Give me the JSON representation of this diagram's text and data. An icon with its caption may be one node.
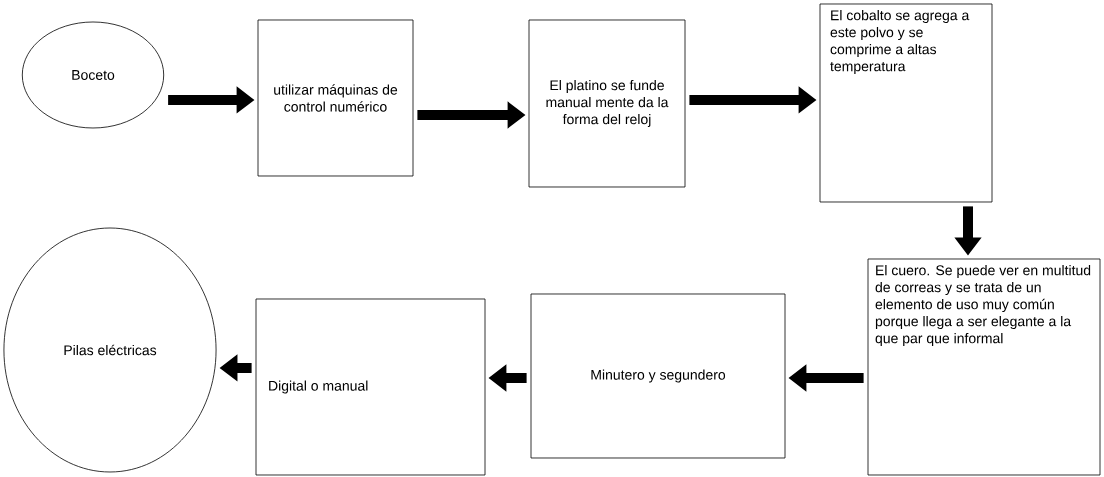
{
  "diagram": {
    "nodes": [
      {
        "text": [
          "Boceto"
        ]
      },
      {
        "text": [
          "utilizar máquinas de control numérico"
        ]
      },
      {
        "text": [
          "El platino se funde manual mente da la forma del reloj"
        ]
      },
      {
        "text": [
          "El cobalto se agrega a este polvo y se comprime a altas temperatura"
        ]
      },
      {
        "text": [
          "El cuero. Se puede ver en multitud de correas y se trata de un elemento de uso muy común porque llega a ser elegante a la que par que informal"
        ]
      },
      {
        "text": [
          "Minutero y segundero"
        ]
      },
      {
        "text": [
          "Digital o manual"
        ]
      },
      {
        "text": [
          "Pilas eléctricas"
        ]
      }
    ],
    "edges": [
      {
        "from": 0,
        "to": 1,
        "arrow": "to"
      },
      {
        "from": 1,
        "to": 2,
        "arrow": "to"
      },
      {
        "from": 2,
        "to": 3,
        "arrow": "to"
      },
      {
        "from": 3,
        "to": 4,
        "arrow": "to"
      },
      {
        "from": 4,
        "to": 5,
        "arrow": "to"
      },
      {
        "from": 5,
        "to": 6,
        "arrow": "to"
      },
      {
        "from": 6,
        "to": 7,
        "arrow": "to"
      }
    ]
  }
}
